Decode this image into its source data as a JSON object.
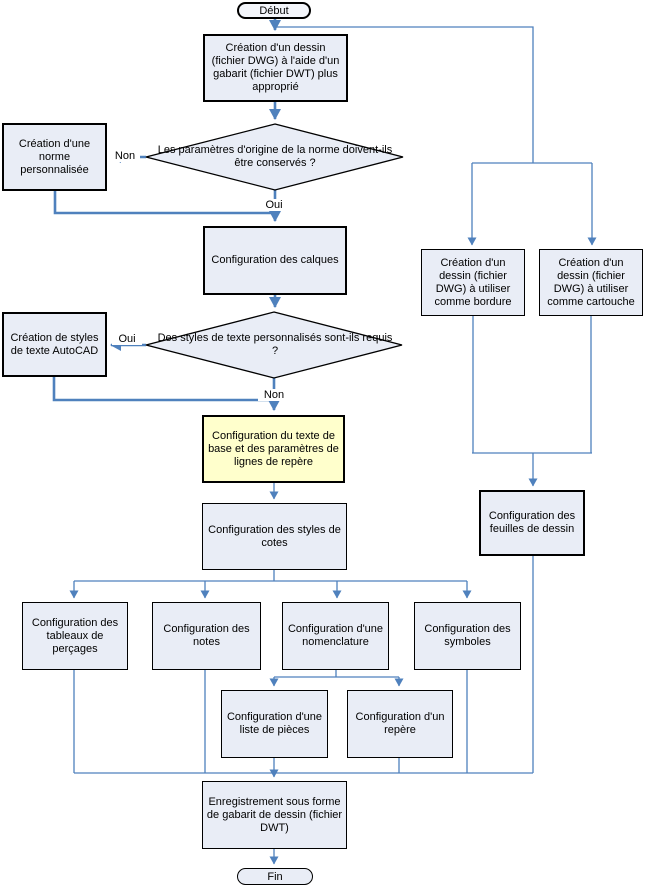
{
  "diagram_type": "flowchart",
  "language": "fr",
  "colors": {
    "connector_blue": "#4f81bd",
    "node_fill": "#e9edf6",
    "highlight_fill": "#ffffcc",
    "shape_border": "#000000",
    "background": "#ffffff"
  },
  "nodes": {
    "start": {
      "label": "Début",
      "shape": "terminator"
    },
    "create_drawing": {
      "label": "Création d'un dessin (fichier DWG) à l'aide d'un gabarit (fichier DWT) plus approprié",
      "shape": "process"
    },
    "decision_norme": {
      "label": "Les paramètres d'origine de la norme doivent-ils être conservés ?",
      "shape": "decision"
    },
    "norme_perso": {
      "label": "Création d'une norme personnalisée",
      "shape": "process"
    },
    "calques": {
      "label": "Configuration des calques",
      "shape": "process"
    },
    "decision_styles": {
      "label": "Des styles de texte personnalisés sont-ils requis ?",
      "shape": "decision"
    },
    "styles_texte": {
      "label": "Création de styles de texte AutoCAD",
      "shape": "process"
    },
    "texte_base": {
      "label": "Configuration du texte de base et des paramètres de lignes de repère",
      "shape": "process-highlighted"
    },
    "styles_cotes": {
      "label": "Configuration des styles de cotes",
      "shape": "process"
    },
    "percages": {
      "label": "Configuration des tableaux de perçages",
      "shape": "process"
    },
    "notes": {
      "label": "Configuration des notes",
      "shape": "process"
    },
    "nomenclature": {
      "label": "Configuration d'une nomenclature",
      "shape": "process"
    },
    "symboles": {
      "label": "Configuration des symboles",
      "shape": "process"
    },
    "liste_pieces": {
      "label": "Configuration d'une liste de pièces",
      "shape": "process"
    },
    "repere": {
      "label": "Configuration d'un repère",
      "shape": "process"
    },
    "enregistrement": {
      "label": "Enregistrement sous forme de gabarit de dessin (fichier DWT)",
      "shape": "process"
    },
    "fin": {
      "label": "Fin",
      "shape": "terminator"
    },
    "bordure": {
      "label": "Création d'un dessin (fichier DWG) à utiliser comme bordure",
      "shape": "process"
    },
    "cartouche": {
      "label": "Création d'un dessin (fichier DWG) à utiliser comme cartouche",
      "shape": "process"
    },
    "feuilles": {
      "label": "Configuration des feuilles de dessin",
      "shape": "process"
    }
  },
  "edge_labels": {
    "non_1": "Non",
    "oui_1": "Oui",
    "oui_2": "Oui",
    "non_2": "Non"
  }
}
